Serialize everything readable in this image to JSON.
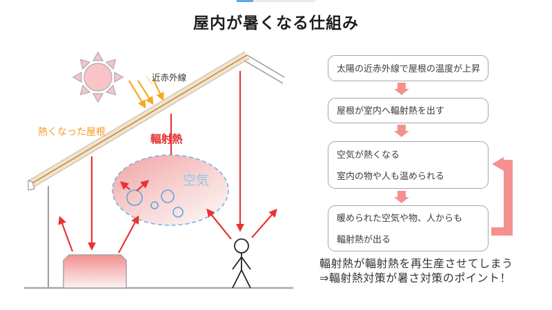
{
  "title": "屋内が暑くなる仕組み",
  "colors": {
    "accent_red": "#e83333",
    "orange_label": "#f59a23",
    "orange_arrow": "#f7a823",
    "roof_beige": "#f6e2c3",
    "sun_pink": "#f9c3c8",
    "air_blue_dash": "#6fb5e2",
    "air_text_blue": "#93c7e8",
    "flow_arrow_pink": "#f4918e"
  },
  "diagram": {
    "labels": {
      "near_infrared": "近赤外線",
      "heated_roof": "熱くなった屋根",
      "radiant_heat": "輻射熱",
      "air": "空気"
    }
  },
  "flowchart": {
    "boxes": [
      {
        "lines": [
          "太陽の近赤外線で屋根の温度が上昇"
        ]
      },
      {
        "lines": [
          "屋根が室内へ輻射熱を出す"
        ]
      },
      {
        "lines": [
          "空気が熱くなる",
          "室内の物や人も温められる"
        ]
      },
      {
        "lines": [
          "暖められた空気や物、人からも",
          "輻射熱が出る"
        ]
      }
    ],
    "conclusion_line1": "輻射熱が輻射熱を再生産させてしまう",
    "conclusion_line2": "⇒輻射熱対策が暑さ対策のポイント！"
  }
}
